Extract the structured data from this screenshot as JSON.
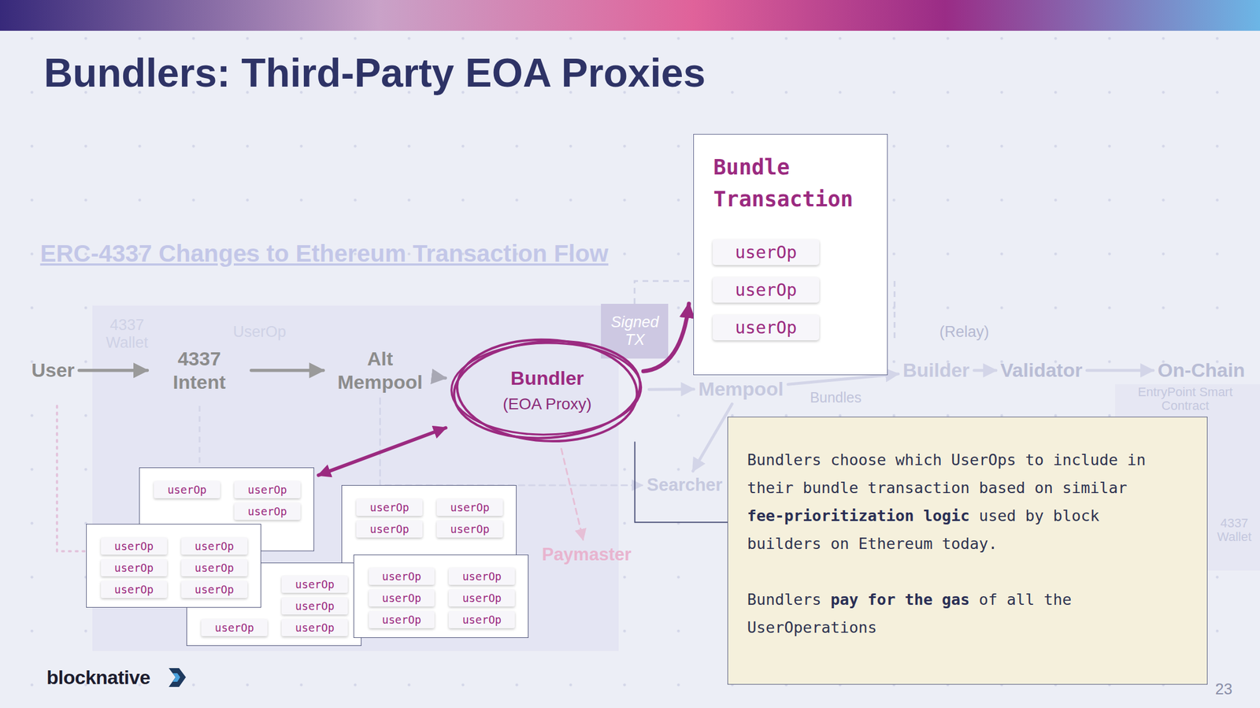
{
  "diagram": {
    "title": "Bundlers: Third-Party EOA Proxies",
    "nodes": [
      {
        "text": [
          "User"
        ]
      },
      {
        "text": [
          "4337 Intent"
        ]
      },
      {
        "text": [
          "Alt Mempool"
        ]
      },
      {
        "text": [
          "Bundler",
          "(EOA Proxy)"
        ]
      },
      {
        "text": [
          "Mempool"
        ]
      },
      {
        "text": [
          "Builder"
        ]
      },
      {
        "text": [
          "Validator"
        ]
      },
      {
        "text": [
          "On-Chain"
        ]
      },
      {
        "text": [
          "Searcher"
        ]
      },
      {
        "text": [
          "Paymaster"
        ]
      },
      {
        "text": [
          "Bundle Transaction"
        ]
      },
      {
        "text": [
          "userOp"
        ],
        "in": 10
      },
      {
        "text": [
          "userOp"
        ],
        "in": 10
      },
      {
        "text": [
          "userOp"
        ],
        "in": 10
      },
      {
        "text": [
          "Bundlers choose which UserOps to include in their bundle transaction based on similar",
          "fee-prioritization logic",
          "used by block builders on Ethereum today.",
          "Bundlers",
          "pay for the gas",
          "of all the UserOperations"
        ]
      },
      {
        "text": []
      },
      {
        "text": [
          "userOp"
        ],
        "in": 15
      },
      {
        "text": [
          "userOp"
        ],
        "in": 15
      },
      {
        "text": [
          "userOp"
        ],
        "in": 15
      },
      {
        "text": []
      },
      {
        "text": [
          "userOp"
        ],
        "in": 19
      },
      {
        "text": [
          "userOp"
        ],
        "in": 19
      },
      {
        "text": [
          "userOp"
        ],
        "in": 19
      },
      {
        "text": [
          "userOp"
        ],
        "in": 19
      },
      {
        "text": []
      },
      {
        "text": [
          "userOp"
        ],
        "in": 24
      },
      {
        "text": [
          "userOp"
        ],
        "in": 24
      },
      {
        "text": [
          "userOp"
        ],
        "in": 24
      },
      {
        "text": [
          "userOp"
        ],
        "in": 24
      },
      {
        "text": [
          "userOp"
        ],
        "in": 24
      },
      {
        "text": [
          "userOp"
        ],
        "in": 24
      },
      {
        "text": []
      },
      {
        "text": [
          "userOp"
        ],
        "in": 31
      },
      {
        "text": [
          "userOp"
        ],
        "in": 31
      },
      {
        "text": [
          "userOp"
        ],
        "in": 31
      },
      {
        "text": [
          "userOp"
        ],
        "in": 31
      },
      {
        "text": []
      },
      {
        "text": [
          "userOp"
        ],
        "in": 36
      },
      {
        "text": [
          "userOp"
        ],
        "in": 36
      },
      {
        "text": [
          "userOp"
        ],
        "in": 36
      },
      {
        "text": [
          "userOp"
        ],
        "in": 36
      },
      {
        "text": [
          "userOp"
        ],
        "in": 36
      },
      {
        "text": [
          "userOp"
        ],
        "in": 36
      }
    ],
    "edges": [
      {
        "from": 0,
        "to": 1,
        "arrow": "to"
      },
      {
        "from": 1,
        "to": 2,
        "arrow": "to"
      },
      {
        "from": 2,
        "to": 3,
        "arrow": "to"
      },
      {
        "from": 3,
        "to": 4,
        "arrow": "to"
      },
      {
        "from": 4,
        "to": 5,
        "arrow": "to"
      },
      {
        "from": 5,
        "to": 6,
        "arrow": "to"
      },
      {
        "from": 6,
        "to": 7,
        "arrow": "to"
      },
      {
        "from": 4,
        "to": 8,
        "arrow": "to"
      },
      {
        "from": 2,
        "to": 8,
        "arrow": "to"
      },
      {
        "from": 3,
        "to": 9,
        "arrow": "to"
      },
      {
        "from": 3,
        "to": 10,
        "arrow": "to"
      },
      {
        "from": 3,
        "to": 15,
        "arrow": "both"
      },
      {
        "from": 3,
        "to": 14,
        "arrow": "none"
      }
    ],
    "labels": [
      "ERC-4337 Changes to Ethereum Transaction Flow",
      "4337 Wallet",
      "UserOp",
      "Signed TX",
      "(Relay)",
      "Bundles",
      "EntryPoint Smart Contract",
      "4337 Wallet",
      "blocknative",
      "23"
    ]
  }
}
